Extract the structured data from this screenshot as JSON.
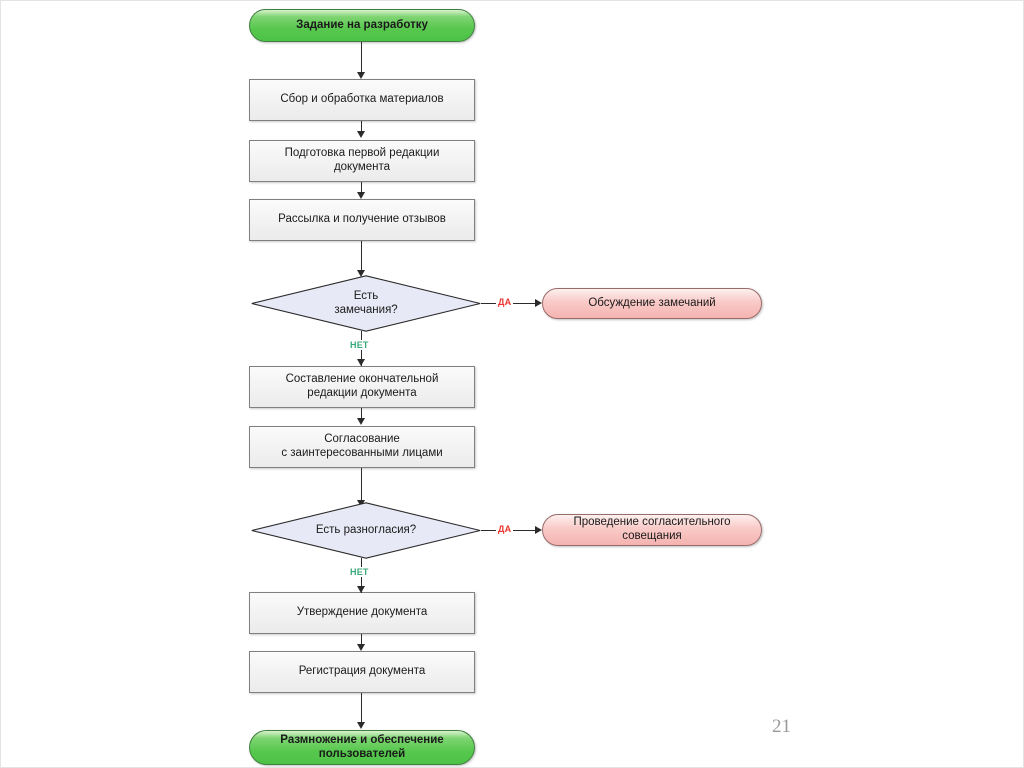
{
  "slide": {
    "page_number": "21",
    "colors": {
      "terminator_green": "#58c84e",
      "branch_pink": "#f9ccc9",
      "decision_lavender": "#e8e9f6",
      "process_gray": "#f2f2f2",
      "yes_label_red": "#e8352e",
      "no_label_green": "#3aa87a",
      "connector": "#2b2b2b"
    }
  },
  "chart_data": {
    "type": "diagram",
    "title": "",
    "nodes": [
      {
        "id": "n1",
        "shape": "terminator",
        "label": "Задание на разработку"
      },
      {
        "id": "n2",
        "shape": "process",
        "label": "Сбор и обработка материалов"
      },
      {
        "id": "n3",
        "shape": "process",
        "label": "Подготовка первой редакции\nдокумента"
      },
      {
        "id": "n4",
        "shape": "process",
        "label": "Рассылка и получение отзывов"
      },
      {
        "id": "d1",
        "shape": "decision",
        "label": "Есть\nзамечания?"
      },
      {
        "id": "b1",
        "shape": "branch",
        "label": "Обсуждение замечаний"
      },
      {
        "id": "n5",
        "shape": "process",
        "label": "Составление окончательной\nредакции документа"
      },
      {
        "id": "n6",
        "shape": "process",
        "label": "Согласование\nс заинтересованными лицами"
      },
      {
        "id": "d2",
        "shape": "decision",
        "label": "Есть разногласия?"
      },
      {
        "id": "b2",
        "shape": "branch",
        "label": "Проведение согласительного\nсовещания"
      },
      {
        "id": "n7",
        "shape": "process",
        "label": "Утверждение документа"
      },
      {
        "id": "n8",
        "shape": "process",
        "label": "Регистрация документа"
      },
      {
        "id": "n9",
        "shape": "terminator",
        "label": "Размножение и обеспечение\nпользователей"
      }
    ],
    "edges": [
      {
        "from": "n1",
        "to": "n2",
        "label": ""
      },
      {
        "from": "n2",
        "to": "n3",
        "label": ""
      },
      {
        "from": "n3",
        "to": "n4",
        "label": ""
      },
      {
        "from": "n4",
        "to": "d1",
        "label": ""
      },
      {
        "from": "d1",
        "to": "b1",
        "label": "ДА"
      },
      {
        "from": "d1",
        "to": "n5",
        "label": "НЕТ"
      },
      {
        "from": "n5",
        "to": "n6",
        "label": ""
      },
      {
        "from": "n6",
        "to": "d2",
        "label": ""
      },
      {
        "from": "d2",
        "to": "b2",
        "label": "ДА"
      },
      {
        "from": "d2",
        "to": "n7",
        "label": "НЕТ"
      },
      {
        "from": "n7",
        "to": "n8",
        "label": ""
      },
      {
        "from": "n8",
        "to": "n9",
        "label": ""
      }
    ],
    "edge_labels": {
      "yes_1": "ДА",
      "no_1": "НЕТ",
      "yes_2": "ДА",
      "no_2": "НЕТ"
    }
  }
}
